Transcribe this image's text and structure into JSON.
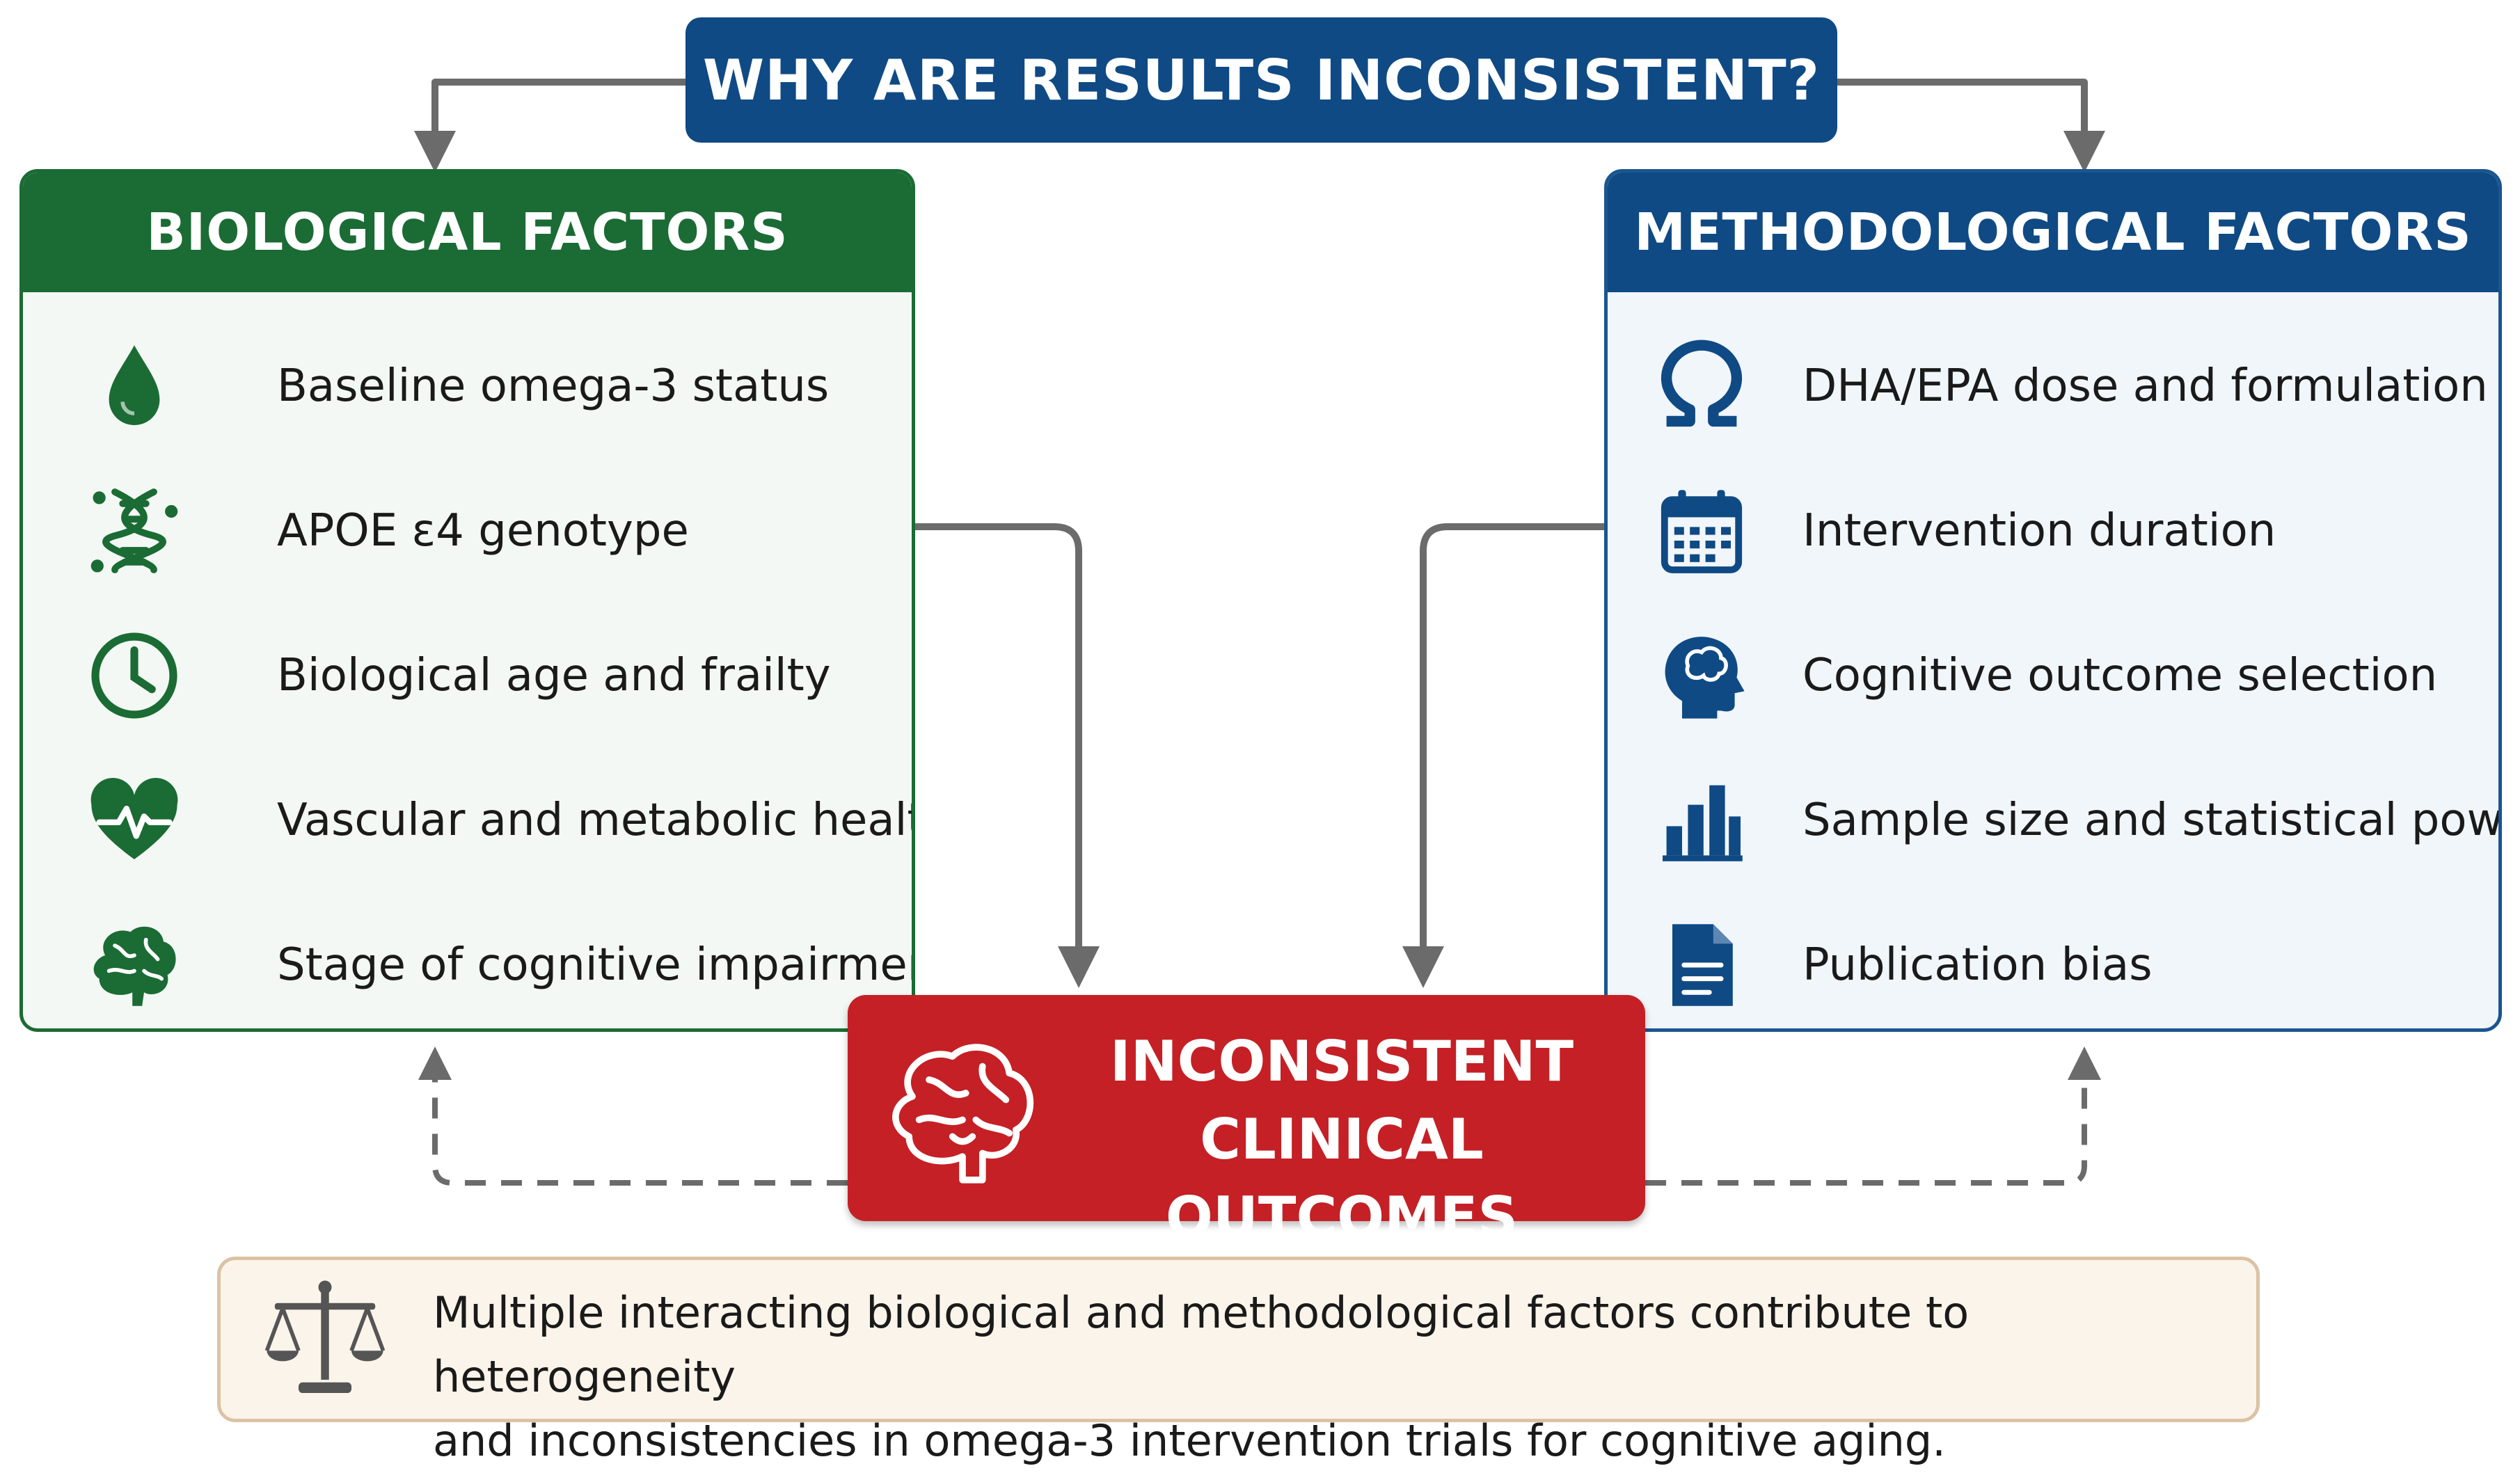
{
  "title": "WHY ARE RESULTS INCONSISTENT?",
  "colors": {
    "navy": "#0f4a84",
    "green": "#1b6b34",
    "red": "#c42025",
    "connector": "#6b6b6b",
    "summary_bg": "#fbf4ea"
  },
  "biological": {
    "heading": "BIOLOGICAL FACTORS",
    "items": [
      {
        "label": "Baseline omega-3 status",
        "icon": "droplet-icon"
      },
      {
        "label": "APOE ε4 genotype",
        "icon": "dna-icon"
      },
      {
        "label": "Biological age and frailty",
        "icon": "clock-icon"
      },
      {
        "label": "Vascular and metabolic health",
        "icon": "heart-pulse-icon"
      },
      {
        "label": "Stage of cognitive impairment",
        "icon": "brain-icon"
      }
    ]
  },
  "methodological": {
    "heading": "METHODOLOGICAL FACTORS",
    "items": [
      {
        "label": "DHA/EPA dose and formulation",
        "icon": "omega-icon"
      },
      {
        "label": "Intervention duration",
        "icon": "calendar-icon"
      },
      {
        "label": "Cognitive outcome selection",
        "icon": "head-brain-icon"
      },
      {
        "label": "Sample size and statistical power",
        "icon": "bar-chart-icon"
      },
      {
        "label": "Publication bias",
        "icon": "document-icon"
      }
    ]
  },
  "outcome": {
    "line1": "INCONSISTENT",
    "line2": "CLINICAL OUTCOMES",
    "icon": "brain-outline-icon"
  },
  "summary": {
    "line1": "Multiple interacting biological and methodological factors contribute to heterogeneity",
    "line2": "and inconsistencies in omega-3 intervention trials for cognitive aging.",
    "icon": "balance-scale-icon"
  }
}
